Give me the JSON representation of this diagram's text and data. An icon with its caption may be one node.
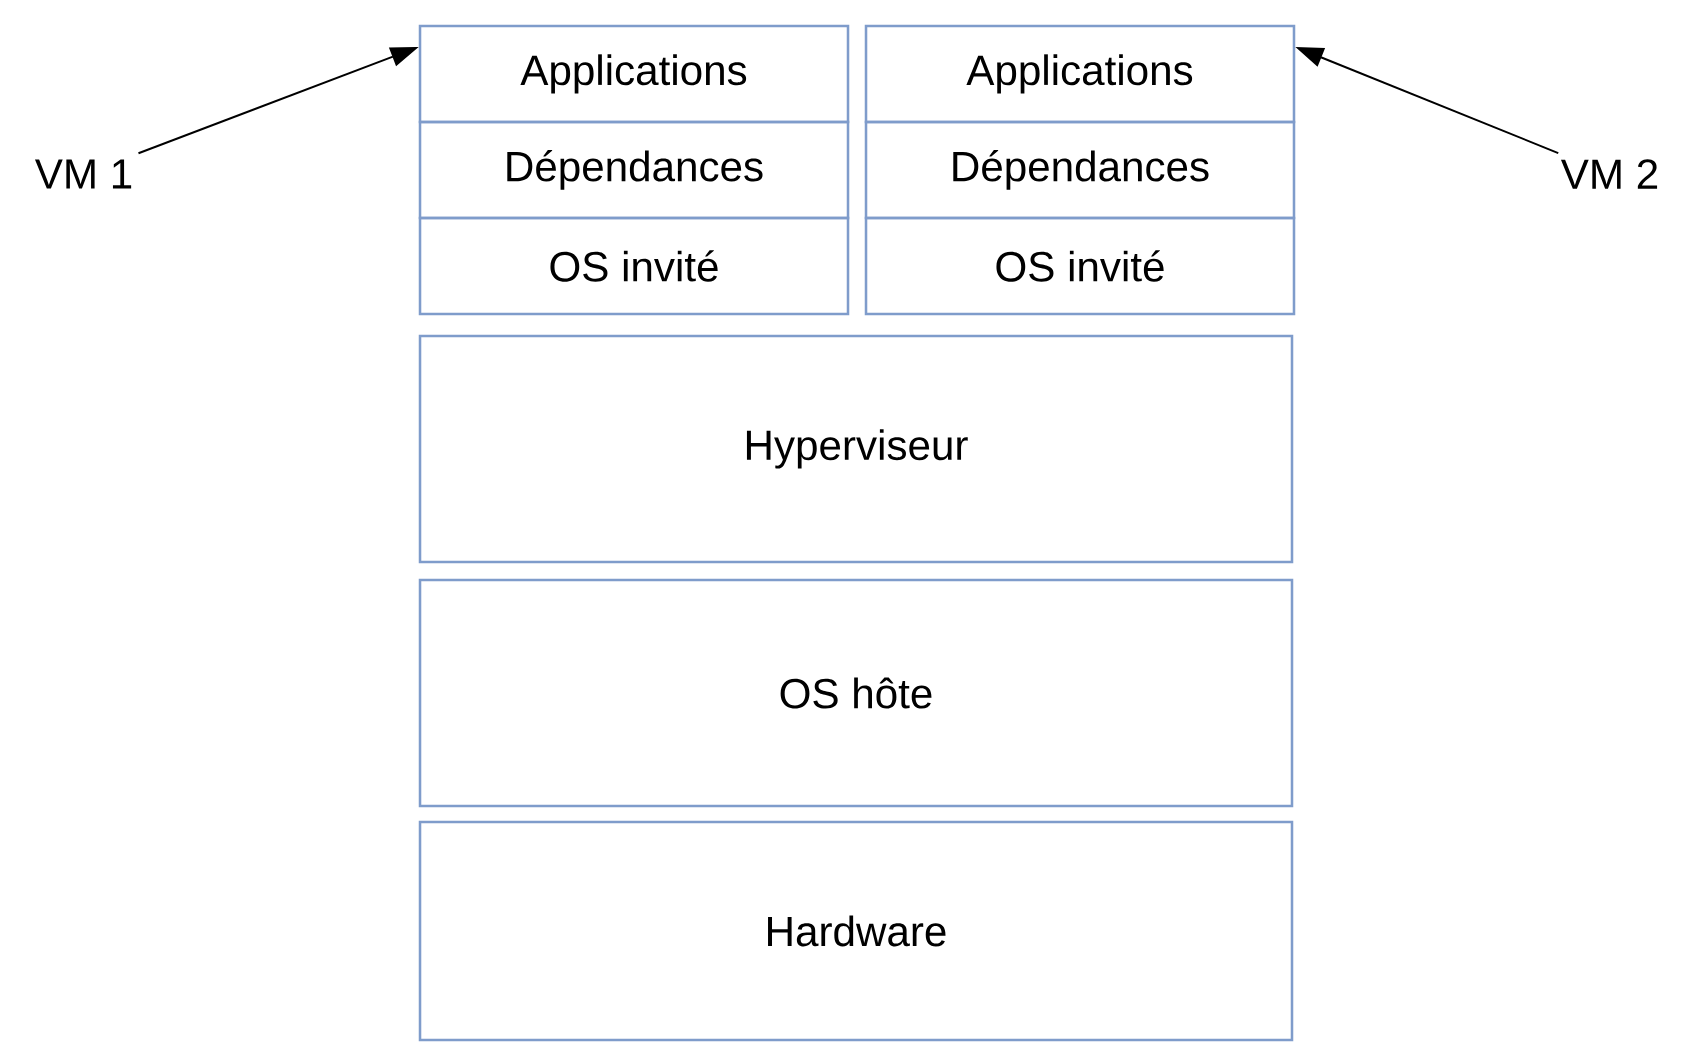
{
  "diagram": {
    "nodes": [
      {
        "text": [
          "VM 1"
        ]
      },
      {
        "text": [
          "Applications"
        ]
      },
      {
        "text": [
          "Applications"
        ]
      },
      {
        "text": [
          "VM 2"
        ]
      },
      {
        "text": [
          "Dépendances"
        ]
      },
      {
        "text": [
          "Dépendances"
        ]
      },
      {
        "text": [
          "OS invité"
        ]
      },
      {
        "text": [
          "OS invité"
        ]
      },
      {
        "text": [
          "Hyperviseur"
        ]
      },
      {
        "text": [
          "OS hôte"
        ]
      },
      {
        "text": [
          "Hardware"
        ]
      }
    ],
    "edges": [
      {
        "from": 0,
        "to": 1,
        "arrow": "to"
      },
      {
        "from": 3,
        "to": 2,
        "arrow": "to"
      }
    ]
  }
}
